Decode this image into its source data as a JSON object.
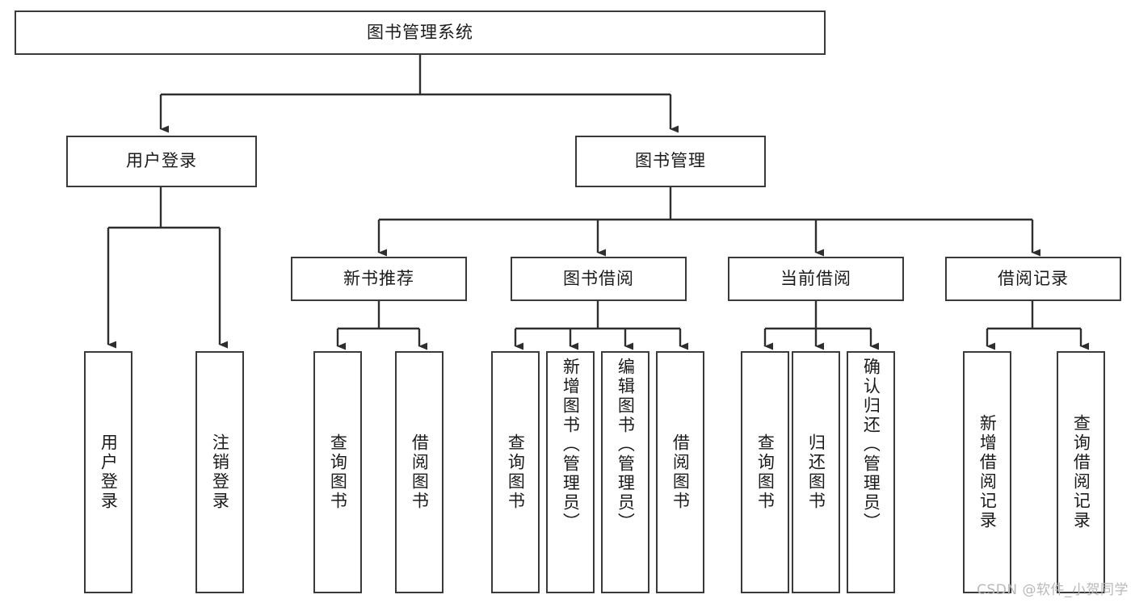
{
  "diagram": {
    "title": "图书管理系统",
    "type": "tree-hierarchy",
    "watermark": "CSDN @软件_小贺同学",
    "colors": {
      "box_border": "#3a3a3a",
      "box_fill": "#ffffff",
      "connector": "#3a3a3a",
      "text": "#1b1b1b",
      "watermark": "#b9b9b9"
    },
    "root": {
      "label": "图书管理系统"
    },
    "level2": [
      {
        "label": "用户登录"
      },
      {
        "label": "图书管理"
      }
    ],
    "level3": [
      {
        "label": "新书推荐"
      },
      {
        "label": "图书借阅"
      },
      {
        "label": "当前借阅"
      },
      {
        "label": "借阅记录"
      }
    ],
    "leaves": {
      "user_login": [
        {
          "label": "用户登录"
        },
        {
          "label": "注销登录"
        }
      ],
      "new_book_recommend": [
        {
          "label": "查询图书"
        },
        {
          "label": "借阅图书"
        }
      ],
      "book_borrow": [
        {
          "label": "查询图书"
        },
        {
          "label": "新增图书（管理员）"
        },
        {
          "label": "编辑图书（管理员）"
        },
        {
          "label": "借阅图书"
        }
      ],
      "current_borrow": [
        {
          "label": "查询图书"
        },
        {
          "label": "归还图书"
        },
        {
          "label": "确认归还（管理员）"
        }
      ],
      "borrow_record": [
        {
          "label": "新增借阅记录"
        },
        {
          "label": "查询借阅记录"
        }
      ]
    }
  }
}
